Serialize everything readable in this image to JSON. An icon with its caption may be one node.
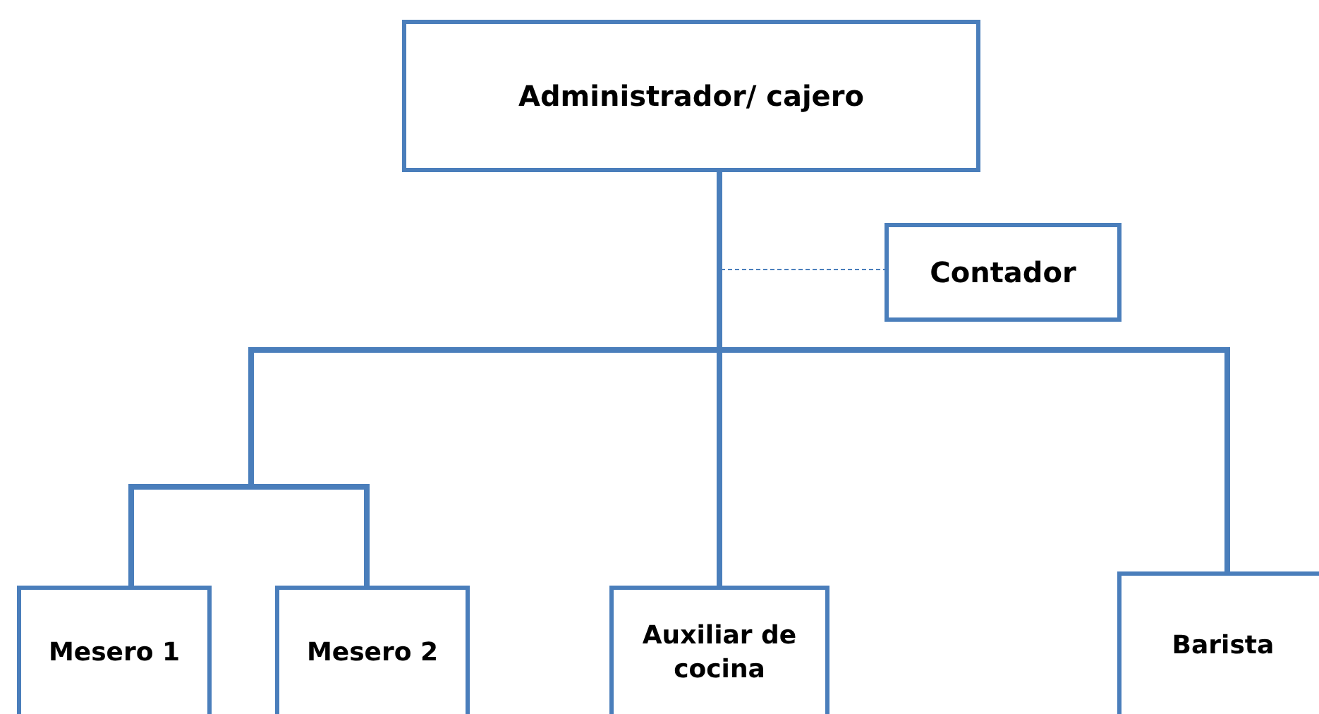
{
  "diagram": {
    "nodes": [
      {
        "text": [
          "Administrador/ cajero"
        ]
      },
      {
        "text": [
          "Contador"
        ]
      },
      {
        "text": [
          "Mesero 1"
        ]
      },
      {
        "text": [
          "Mesero 2"
        ]
      },
      {
        "text": [
          "Auxiliar de cocina"
        ]
      },
      {
        "text": [
          "Barista"
        ]
      }
    ],
    "edges": [
      {
        "from": 0,
        "to": 1,
        "arrow": "none",
        "style": "dashed"
      },
      {
        "from": 0,
        "to": 2,
        "arrow": "none"
      },
      {
        "from": 0,
        "to": 3,
        "arrow": "none"
      },
      {
        "from": 0,
        "to": 4,
        "arrow": "none"
      },
      {
        "from": 0,
        "to": 5,
        "arrow": "none"
      }
    ]
  }
}
